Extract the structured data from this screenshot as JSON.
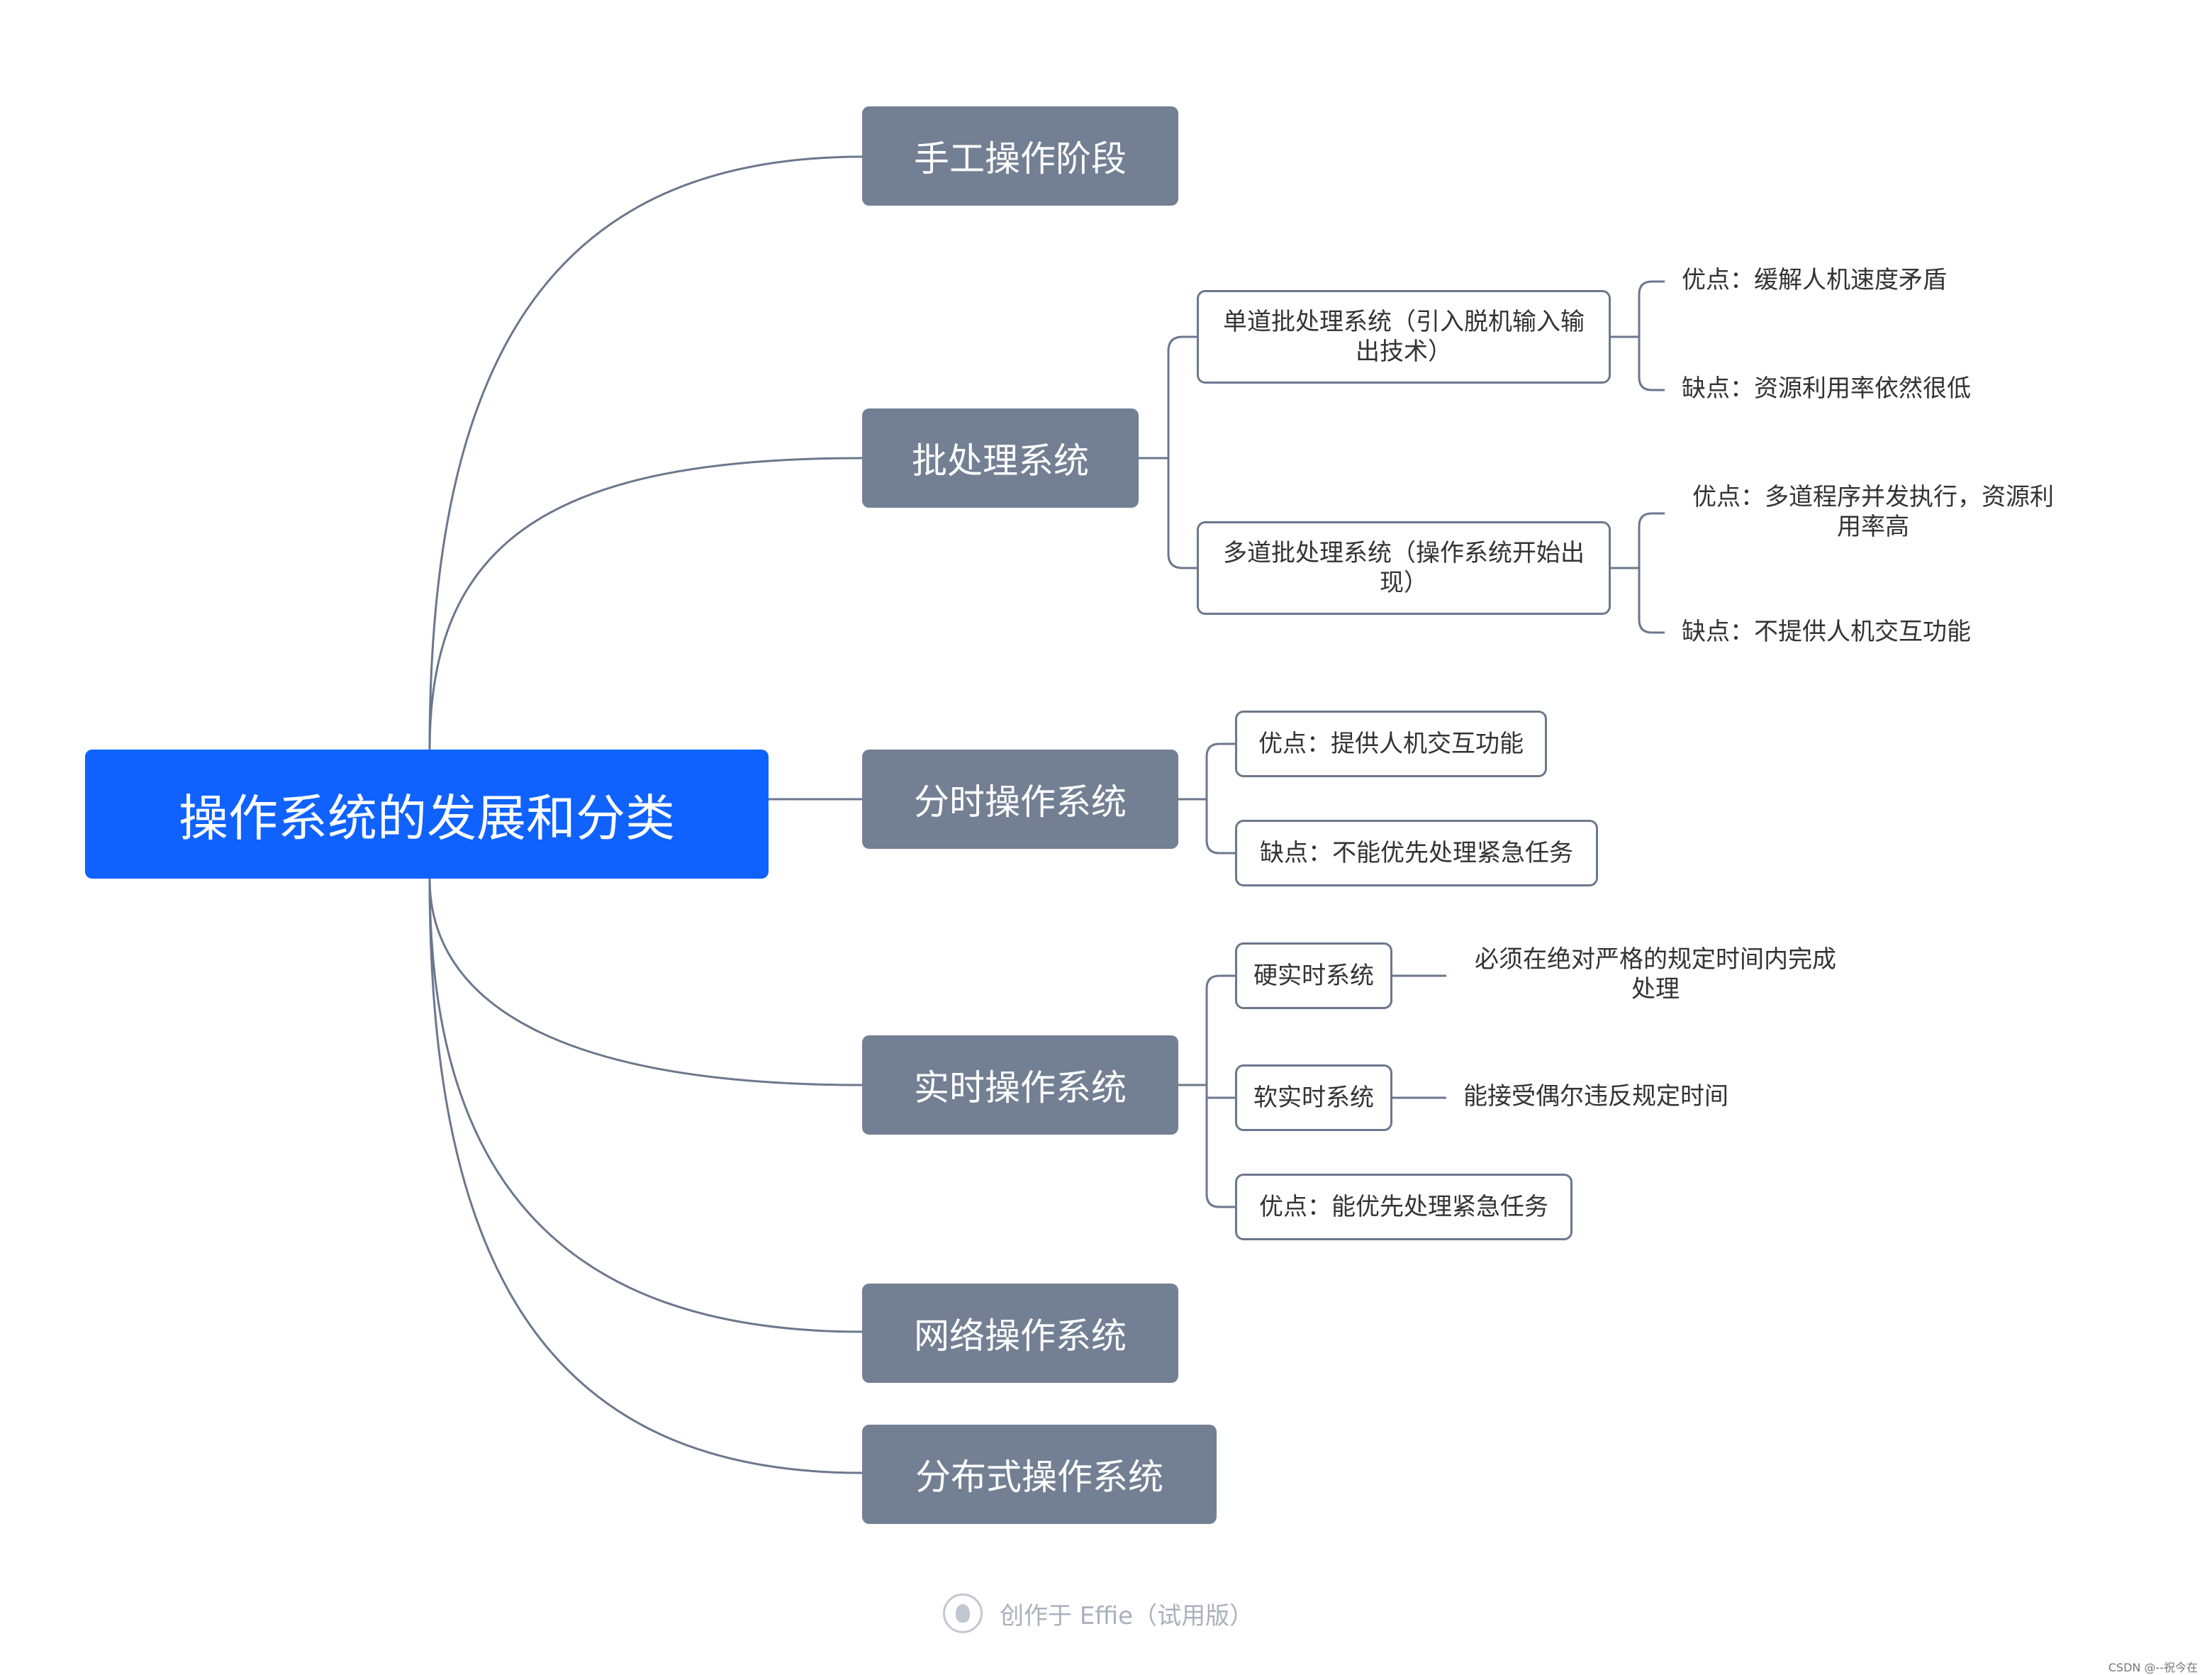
{
  "root": "操作系统的发展和分类",
  "branches": {
    "manual": "手工操作阶段",
    "batch": {
      "label": "批处理系统",
      "single": {
        "label_l1": "单道批处理系统（引入脱机输入输",
        "label_l2": "出技术）",
        "pro": "优点：缓解人机速度矛盾",
        "con": "缺点：资源利用率依然很低"
      },
      "multi": {
        "label_l1": "多道批处理系统（操作系统开始出",
        "label_l2": "现）",
        "pro_l1": "优点：多道程序并发执行，资源利",
        "pro_l2": "用率高",
        "con": "缺点：不提供人机交互功能"
      }
    },
    "timeshare": {
      "label": "分时操作系统",
      "pro": "优点：提供人机交互功能",
      "con": "缺点：不能优先处理紧急任务"
    },
    "realtime": {
      "label": "实时操作系统",
      "hard": {
        "label": "硬实时系统",
        "desc_l1": "必须在绝对严格的规定时间内完成",
        "desc_l2": "处理"
      },
      "soft": {
        "label": "软实时系统",
        "desc": "能接受偶尔违反规定时间"
      },
      "pro": "优点：能优先处理紧急任务"
    },
    "network": "网络操作系统",
    "distributed": "分布式操作系统"
  },
  "footer": "创作于 Effie（试用版）",
  "watermark": "CSDN @--祝今在",
  "colors": {
    "root_fill": "#0f62fe",
    "main_fill": "#737f93",
    "link_stroke": "#6b778c",
    "text": "#333333",
    "background": "#ffffff"
  }
}
